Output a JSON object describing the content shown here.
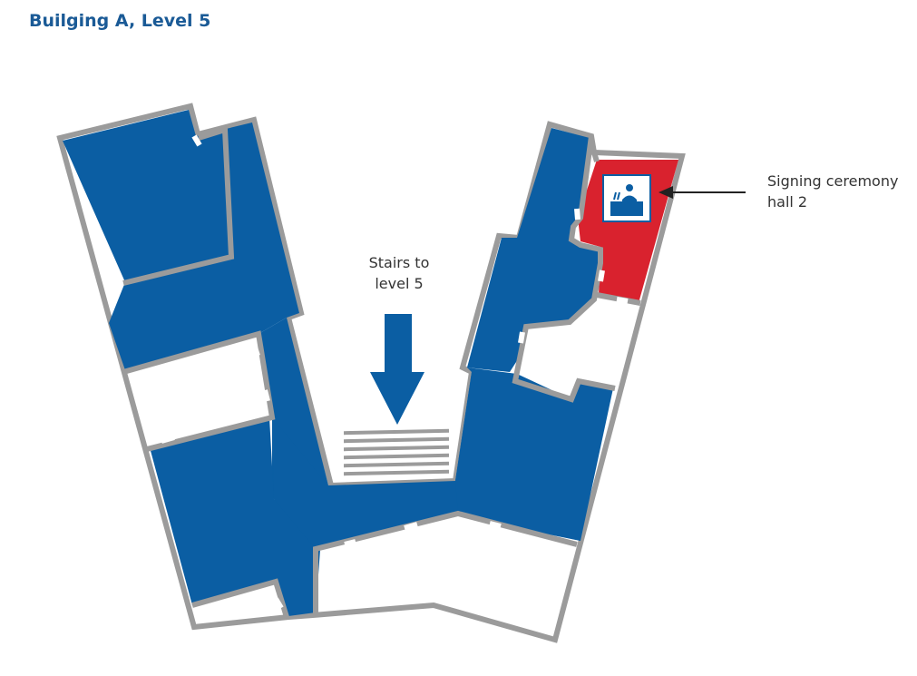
{
  "header": {
    "title": "Builging A, Level 5"
  },
  "map": {
    "colors": {
      "room": "#0b5ea3",
      "highlight": "#d9222e",
      "wall": "#9b9b9b",
      "open": "#ffffff"
    },
    "stairs_label": {
      "line1": "Stairs to",
      "line2": "level 5"
    },
    "hall_label": {
      "line1": "Signing ceremony",
      "line2": "hall 2"
    },
    "icon": "signing-desk-icon"
  }
}
